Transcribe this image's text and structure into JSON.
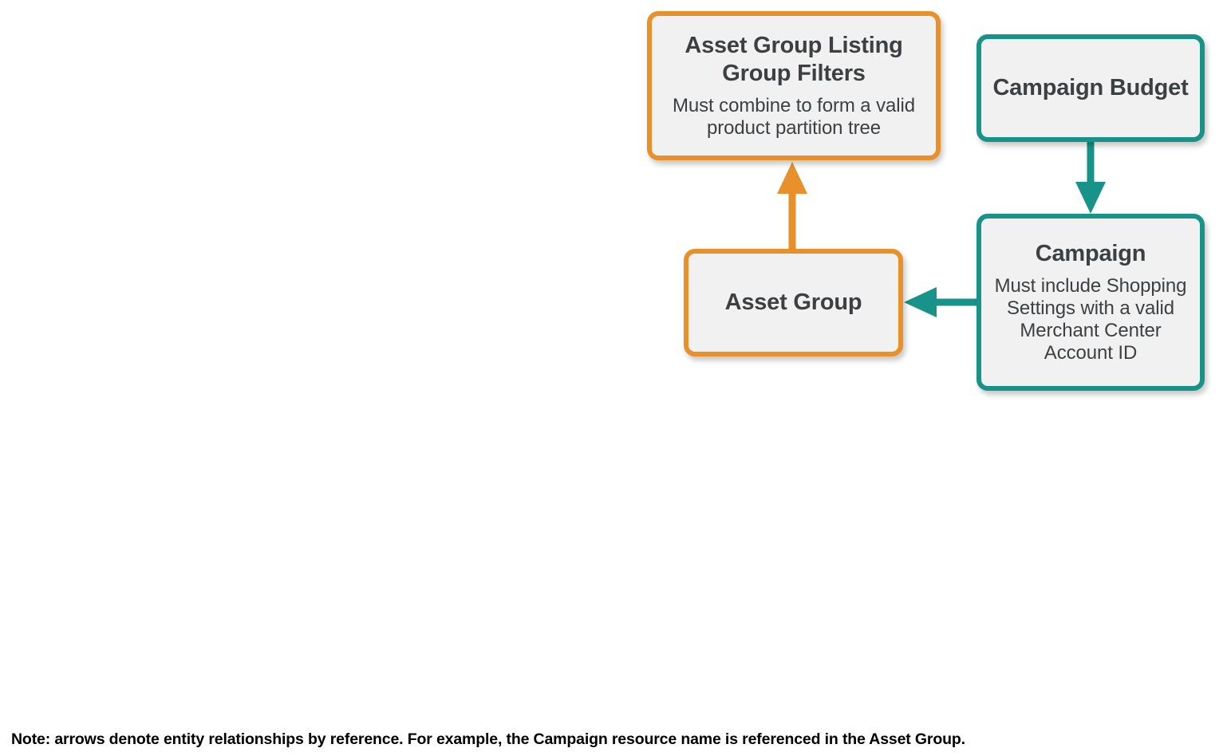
{
  "diagram": {
    "type": "entity-relationship",
    "colors": {
      "orange": "#E8912B",
      "teal": "#17938A",
      "node_fill": "#F1F1F1",
      "text": "#3C4043",
      "background": "#FFFFFF",
      "note_text": "#000000"
    },
    "nodes": [
      {
        "id": "asset-group-listing-group-filters",
        "title": "Asset Group Listing Group Filters",
        "subtitle": "Must combine to form a valid product partition tree",
        "color": "orange"
      },
      {
        "id": "asset-group",
        "title": "Asset Group",
        "subtitle": "",
        "color": "orange"
      },
      {
        "id": "campaign-budget",
        "title": "Campaign Budget",
        "subtitle": "",
        "color": "teal"
      },
      {
        "id": "campaign",
        "title": "Campaign",
        "subtitle": "Must include Shopping Settings with a valid Merchant Center Account ID",
        "color": "teal"
      }
    ],
    "edges": [
      {
        "id": "asset-group-to-listing-group-filters",
        "from": "asset-group",
        "to": "asset-group-listing-group-filters",
        "direction": "up",
        "color": "orange"
      },
      {
        "id": "campaign-budget-to-campaign",
        "from": "campaign-budget",
        "to": "campaign",
        "direction": "down",
        "color": "teal"
      },
      {
        "id": "campaign-to-asset-group",
        "from": "campaign",
        "to": "asset-group",
        "direction": "left",
        "color": "teal"
      }
    ],
    "note": "Note: arrows denote entity relationships by reference. For example, the Campaign resource name is referenced in the Asset Group."
  }
}
